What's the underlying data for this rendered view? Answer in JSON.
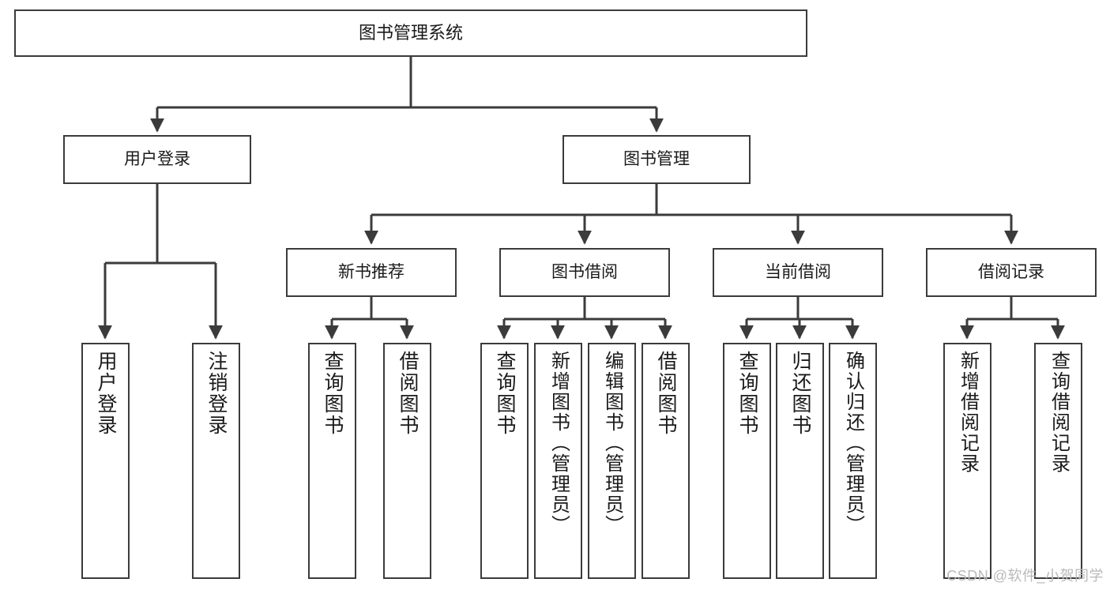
{
  "diagram": {
    "title": "图书管理系统",
    "type": "tree-hierarchy-chart",
    "watermark": "CSDN @软件_小贺同学",
    "colors": {
      "box_border": "#3b3b3b",
      "box_fill": "#ffffff",
      "edge": "#3b3b3b",
      "text": "#1a1a1a",
      "watermark": "#b9b9b9",
      "background": "#ffffff"
    },
    "nodes": {
      "root": {
        "label": "图书管理系统"
      },
      "level2": [
        {
          "id": "user-login",
          "label": "用户登录"
        },
        {
          "id": "book-management",
          "label": "图书管理"
        }
      ],
      "level3": [
        {
          "id": "new-book-recommend",
          "label": "新书推荐"
        },
        {
          "id": "book-borrow",
          "label": "图书借阅"
        },
        {
          "id": "current-borrow",
          "label": "当前借阅"
        },
        {
          "id": "borrow-record",
          "label": "借阅记录"
        }
      ],
      "leaves": {
        "user_login": [
          {
            "id": "leaf-user-login",
            "label": "用户登录"
          },
          {
            "id": "leaf-logout",
            "label": "注销登录"
          }
        ],
        "new_book_recommend": [
          {
            "id": "leaf-query-book-1",
            "label": "查询图书"
          },
          {
            "id": "leaf-borrow-book-1",
            "label": "借阅图书"
          }
        ],
        "book_borrow": [
          {
            "id": "leaf-query-book-2",
            "label": "查询图书"
          },
          {
            "id": "leaf-add-book",
            "label": "新增图书（管理员）"
          },
          {
            "id": "leaf-edit-book",
            "label": "编辑图书（管理员）"
          },
          {
            "id": "leaf-borrow-book-2",
            "label": "借阅图书"
          }
        ],
        "current_borrow": [
          {
            "id": "leaf-query-book-3",
            "label": "查询图书"
          },
          {
            "id": "leaf-return-book",
            "label": "归还图书"
          },
          {
            "id": "leaf-confirm-return",
            "label": "确认归还（管理员）"
          }
        ],
        "borrow_record": [
          {
            "id": "leaf-add-record",
            "label": "新增借阅记录"
          },
          {
            "id": "leaf-query-record",
            "label": "查询借阅记录"
          }
        ]
      }
    }
  }
}
